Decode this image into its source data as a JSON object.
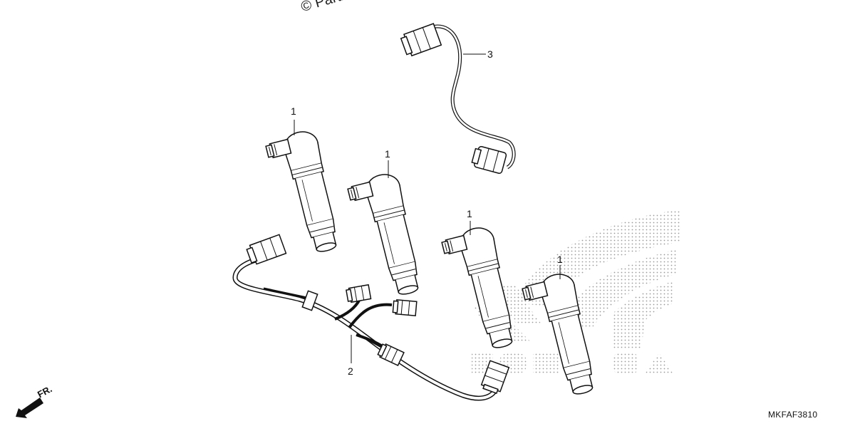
{
  "watermark": "© Partzilla.com",
  "diagram_code": "MKFAF3810",
  "direction_label": "FR.",
  "callouts": {
    "coil_a": "1",
    "coil_b": "1",
    "coil_c": "1",
    "coil_d": "1",
    "main_harness": "2",
    "sub_harness": "3"
  },
  "colors": {
    "line": "#111111",
    "fill": "#ffffff",
    "dots": "#b8b8b8"
  },
  "icons": {
    "direction": "front-arrow-icon",
    "logo": "honda-wing-logo"
  }
}
